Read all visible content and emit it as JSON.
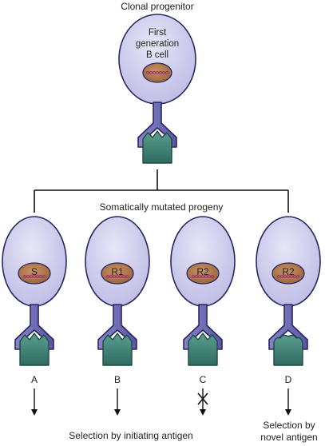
{
  "top": {
    "title": "Clonal progenitor",
    "cell_label_1": "First",
    "cell_label_2": "generation",
    "cell_label_3": "B cell"
  },
  "progeny_label": "Somatically mutated progeny",
  "cells": [
    {
      "nucleus_label": "S",
      "letter": "A",
      "selection": "arrow"
    },
    {
      "nucleus_label": "R1",
      "letter": "B",
      "selection": "arrow"
    },
    {
      "nucleus_label": "R2",
      "letter": "C",
      "selection": "blocked"
    },
    {
      "nucleus_label": "R2",
      "letter": "D",
      "selection": "arrow"
    }
  ],
  "footer": {
    "initiating": "Selection by initiating antigen",
    "novel_1": "Selection by",
    "novel_2": "novel antigen"
  },
  "colors": {
    "cell_fill": "#d3d1ee",
    "cell_stroke": "#2a2760",
    "nucleus_fill": "#b07a4e",
    "dna": "#9a2f70",
    "antibody": "#6f6cb4",
    "antigen": "#3d7f73"
  }
}
